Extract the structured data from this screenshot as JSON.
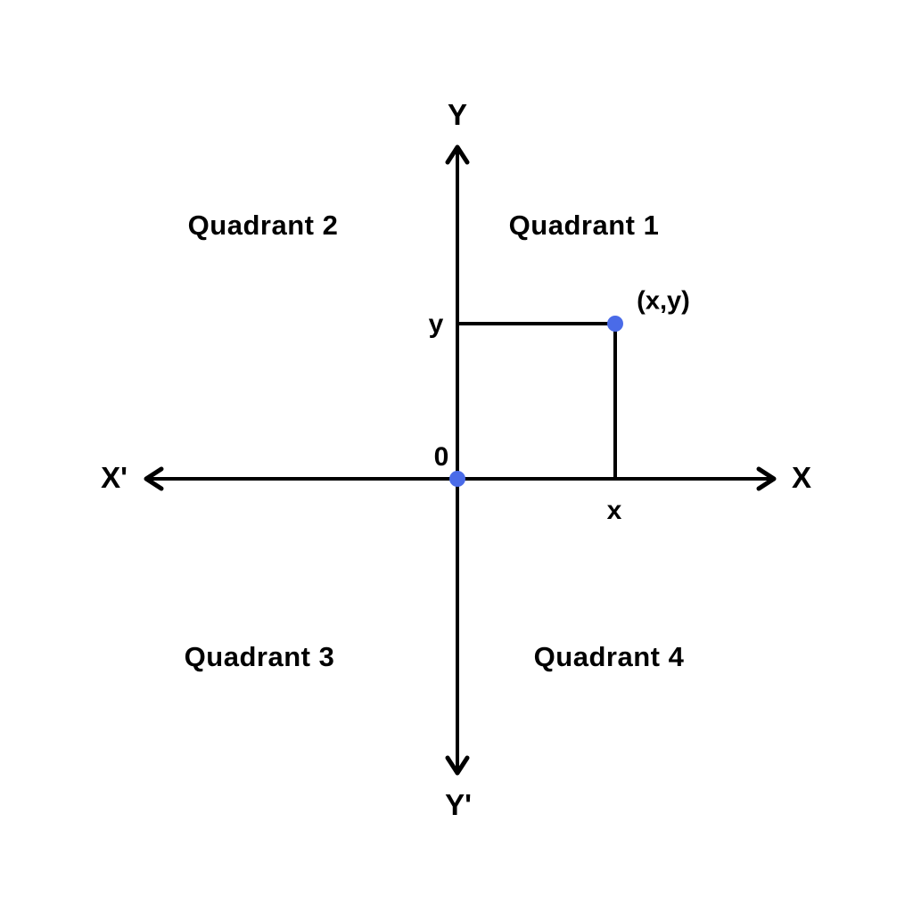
{
  "diagram": {
    "type": "cartesian-coordinate-plane",
    "quadrants": [
      {
        "label": "Quadrant 1"
      },
      {
        "label": "Quadrant 2"
      },
      {
        "label": "Quadrant 3"
      },
      {
        "label": "Quadrant 4"
      }
    ],
    "axes": {
      "x_positive_label": "X",
      "x_negative_label": "X'",
      "y_positive_label": "Y",
      "y_negative_label": "Y'"
    },
    "origin_label": "0",
    "point": {
      "label": "(x,y)",
      "x_projection_label": "x",
      "y_projection_label": "y"
    }
  },
  "colors": {
    "line": "#000000",
    "text": "#000000",
    "point_fill": "#4A6BE8",
    "background": "#FFFFFF"
  }
}
